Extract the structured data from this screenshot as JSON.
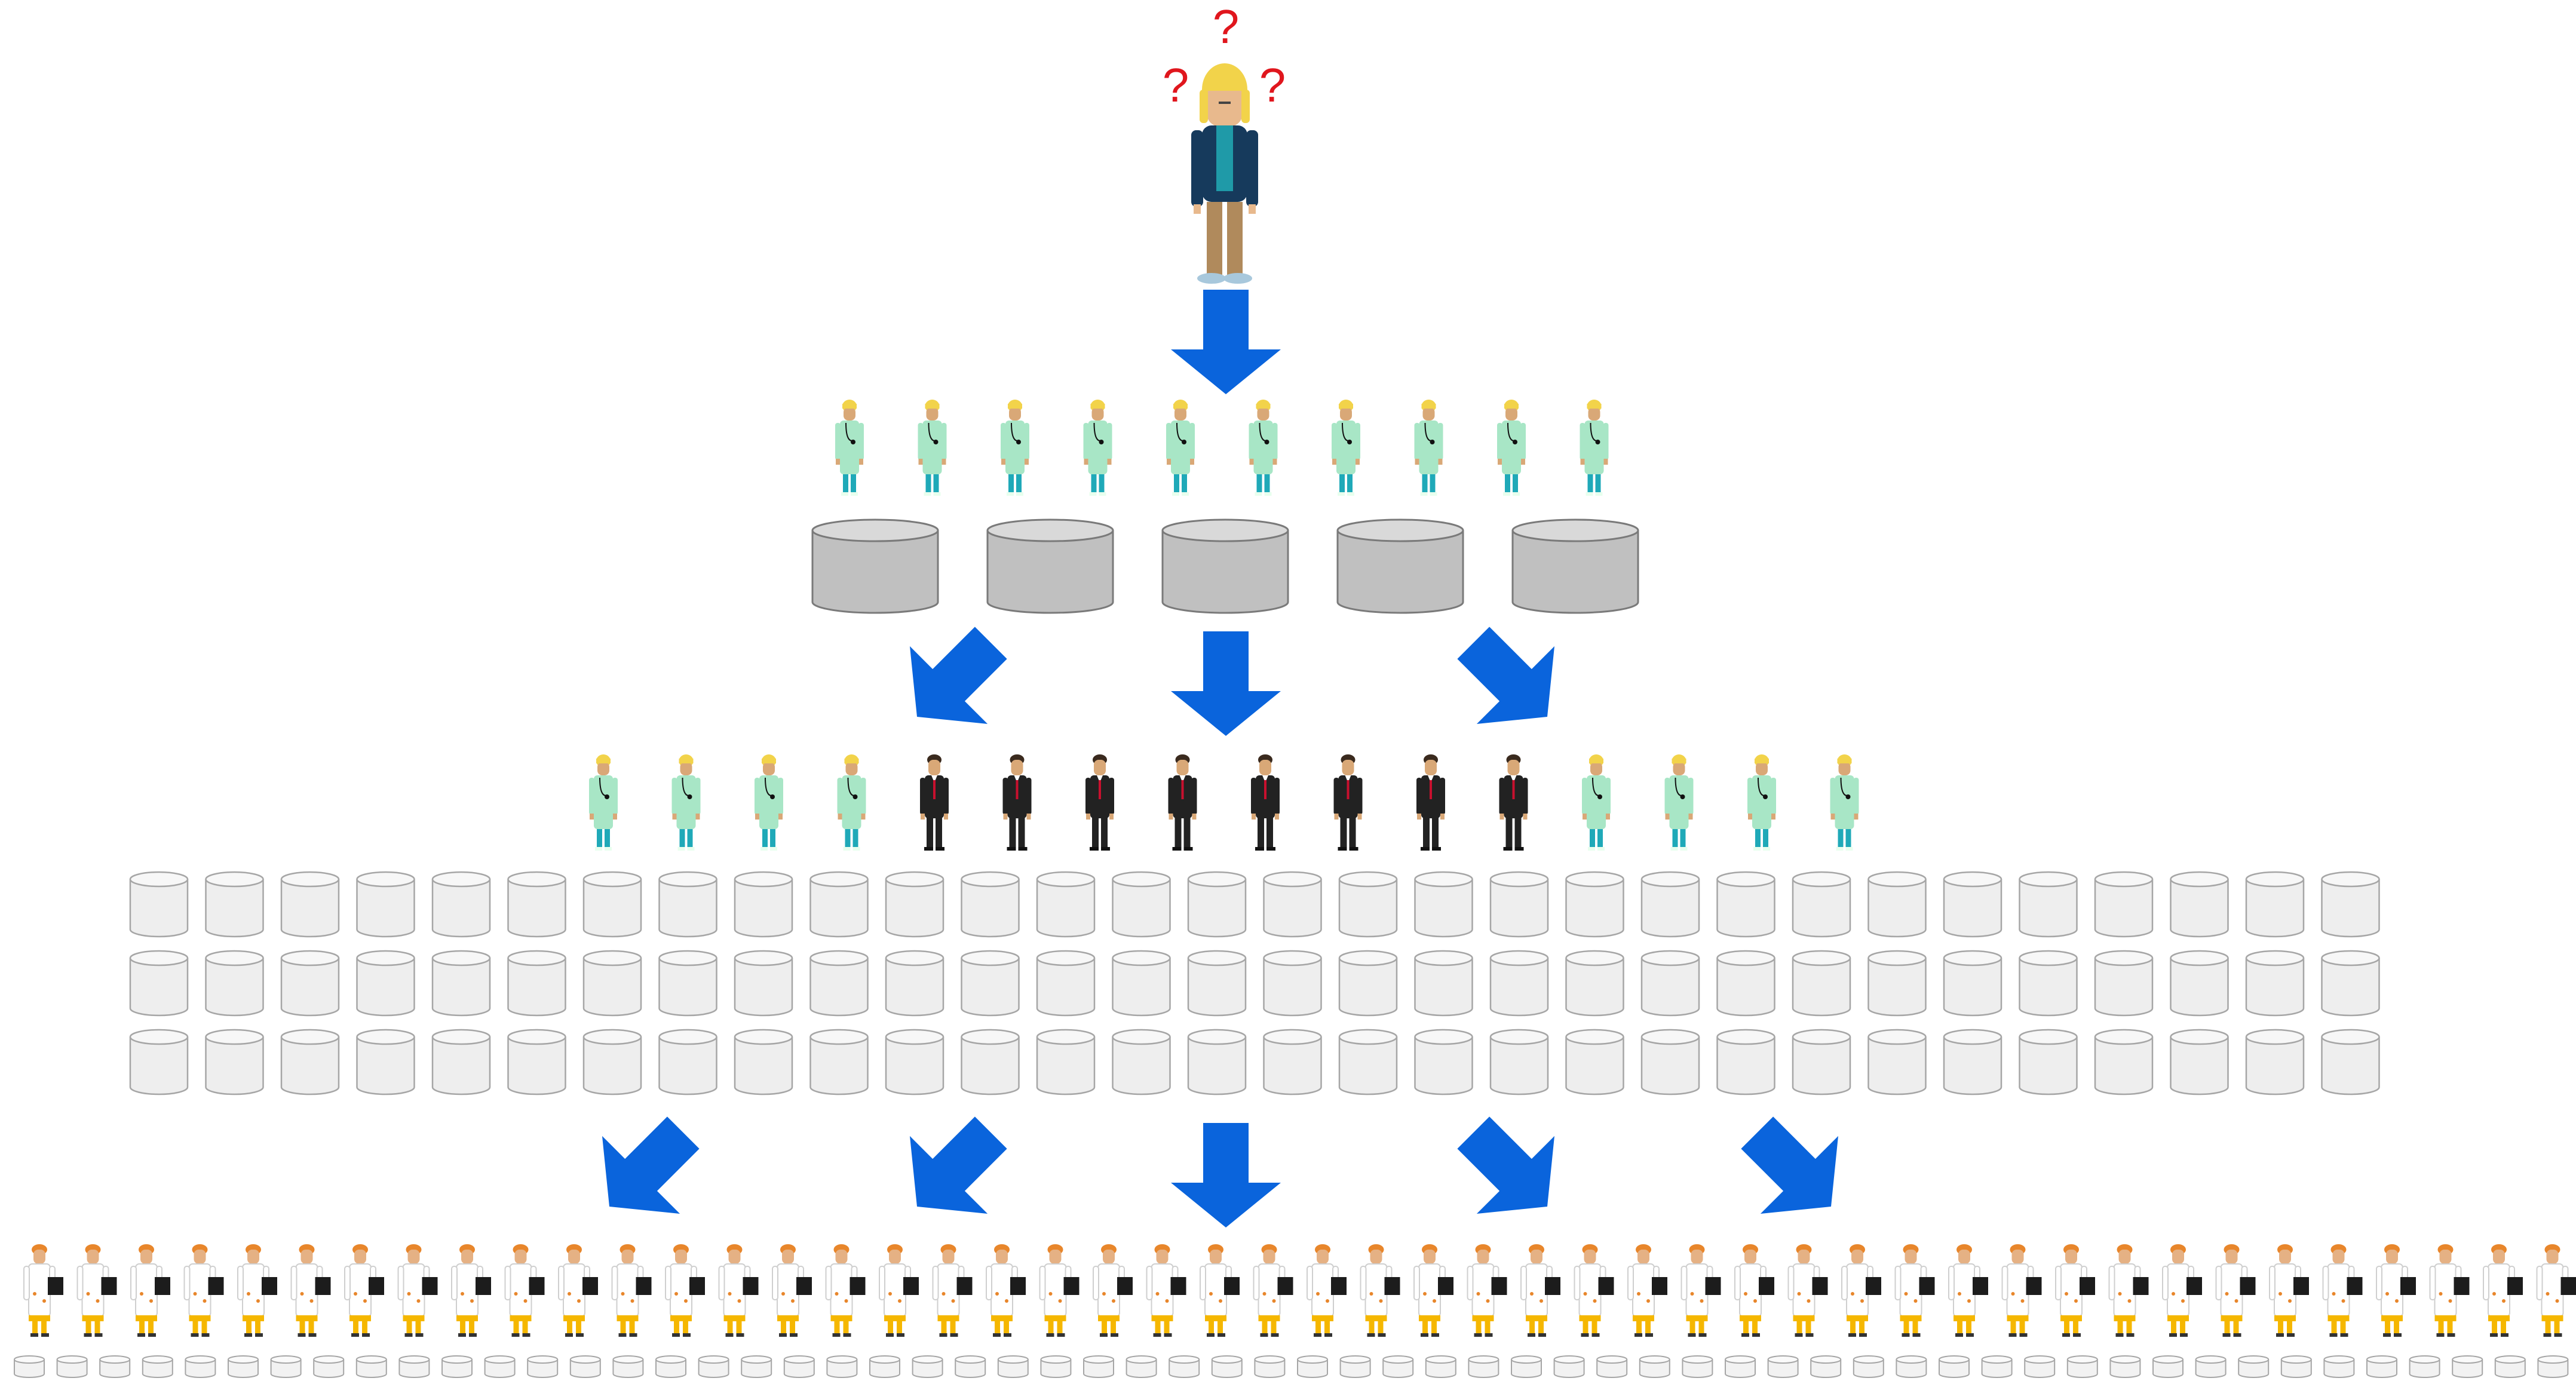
{
  "question_marks": [
    "?",
    "?",
    "?"
  ],
  "colors": {
    "arrow": "#0a64dc",
    "question": "#e0161d",
    "db_large": "#c0c0c0",
    "db_medium": "#eeeeee",
    "db_small": "#f2f2f2",
    "scrubs": "#a8e6c6",
    "suit": "#222222",
    "lab_coat": "#ffffff",
    "hair_blonde": "#f2d34a",
    "jacket": "#163a5c",
    "trousers": "#b08a5c"
  },
  "icons": {
    "patient": "confused-patient-icon",
    "specialist_doctor": "doctor-scrubs-icon",
    "administrator": "businessman-suit-icon",
    "lab_researcher": "lab-researcher-icon",
    "database": "database-cylinder-icon",
    "flow_arrow": "flow-arrow-icon"
  },
  "diagram": {
    "level_1": {
      "people": [
        "doctor",
        "doctor",
        "doctor",
        "doctor",
        "doctor",
        "doctor",
        "doctor",
        "doctor",
        "doctor",
        "doctor"
      ],
      "database_count": 5
    },
    "level_2": {
      "people": [
        "doctor",
        "doctor",
        "doctor",
        "doctor",
        "suit",
        "suit",
        "suit",
        "suit",
        "suit",
        "suit",
        "suit",
        "suit",
        "doctor",
        "doctor",
        "doctor",
        "doctor"
      ],
      "database_rows": 3,
      "databases_per_row": 30
    },
    "level_3": {
      "researcher_count": 48,
      "database_count": 60
    },
    "arrows": {
      "top": [
        "down"
      ],
      "middle": [
        "down-left",
        "down",
        "down-right"
      ],
      "bottom": [
        "down-left",
        "down-left",
        "down",
        "down-right",
        "down-right"
      ]
    }
  }
}
